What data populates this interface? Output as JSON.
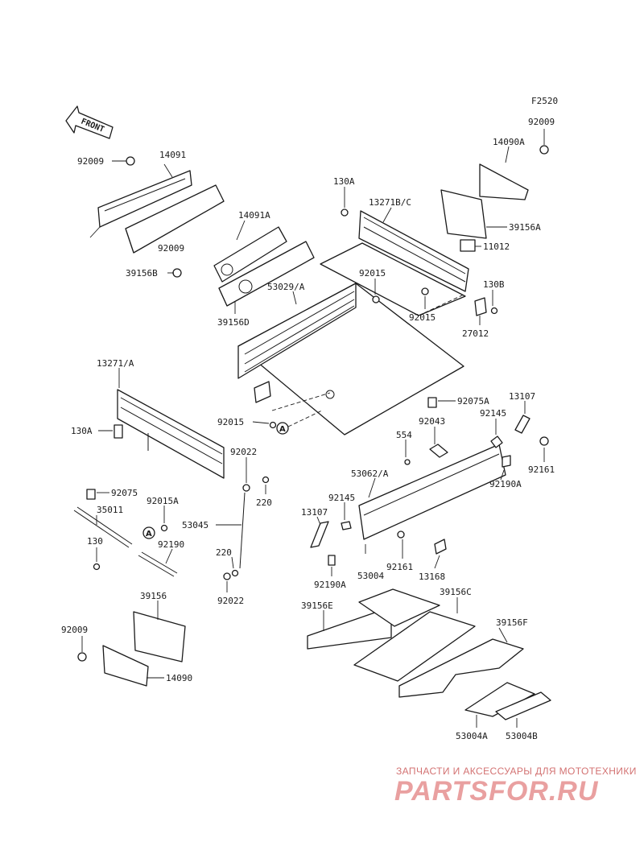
{
  "figure_code": "F2520",
  "front_label": "FRONT",
  "callouts": {
    "c_92009_a": "92009",
    "c_14091": "14091",
    "c_14091A": "14091A",
    "c_92009_b": "92009",
    "c_39156B": "39156B",
    "c_39156D": "39156D",
    "c_53029A": "53029/A",
    "c_130A_top": "130A",
    "c_13271BC": "13271B/C",
    "c_92015_top": "92015",
    "c_92015_mid": "92015",
    "c_14090A": "14090A",
    "c_92009_c": "92009",
    "c_39156A": "39156A",
    "c_11012": "11012",
    "c_130B": "130B",
    "c_27012": "27012",
    "c_13271A": "13271/A",
    "c_130A_left": "130A",
    "c_92015_low": "92015",
    "c_92075A": "92075A",
    "c_13107_right": "13107",
    "c_92043": "92043",
    "c_92145_right": "92145",
    "c_554": "554",
    "c_92161_right": "92161",
    "c_53062A": "53062/A",
    "c_92190A_right": "92190A",
    "c_92022_top": "92022",
    "c_220_top": "220",
    "c_92075": "92075",
    "c_35011": "35011",
    "c_92015A": "92015A",
    "c_130": "130",
    "c_92190": "92190",
    "c_53045": "53045",
    "c_220_bottom": "220",
    "c_92022_bottom": "92022",
    "c_13107_left": "13107",
    "c_92145_left": "92145",
    "c_92190A_left": "92190A",
    "c_53004": "53004",
    "c_92161_left": "92161",
    "c_13168": "13168",
    "c_39156": "39156",
    "c_92009_d": "92009",
    "c_14090": "14090",
    "c_39156E": "39156E",
    "c_39156C": "39156C",
    "c_39156F": "39156F",
    "c_53004A": "53004A",
    "c_53004B": "53004B"
  },
  "reference_marks": {
    "ref_a_1": "A",
    "ref_a_2": "A"
  },
  "watermark": {
    "tagline": "ЗАПЧАСТИ И АКСЕССУАРЫ ДЛЯ МОТОТЕХНИКИ",
    "logo": "PARTSFOR.RU",
    "color": "#e9a0a0"
  }
}
